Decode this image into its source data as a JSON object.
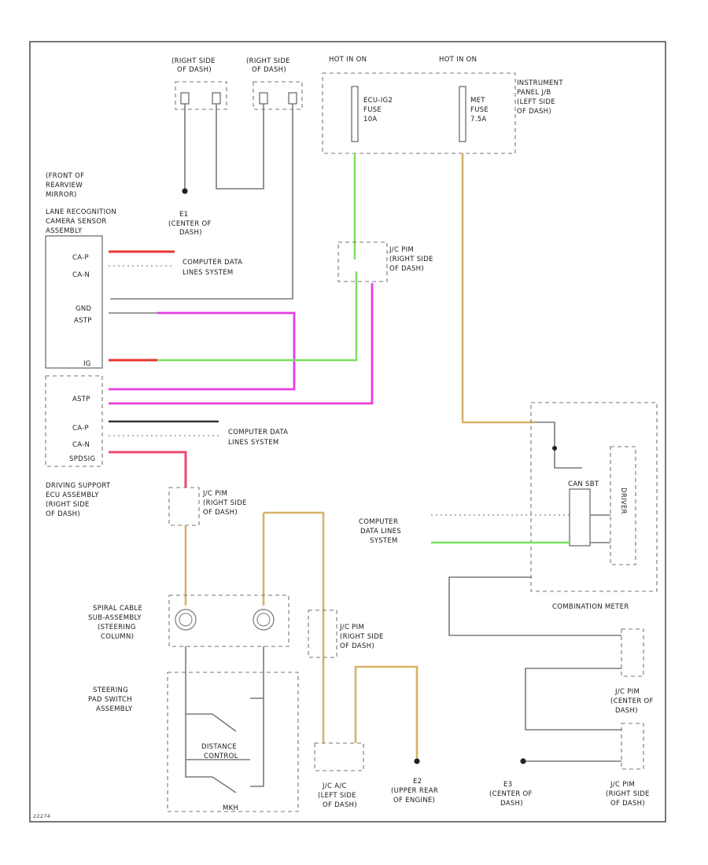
{
  "labels": {
    "dash_r1": "(RIGHT SIDE",
    "dash_r2": "OF DASH)",
    "hotin1": "HOT IN ON",
    "hotin2": "HOT IN ON",
    "fuse1_a": "ECU-IG2",
    "fuse1_b": "FUSE",
    "fuse1_c": "10A",
    "fuse2_a": "MET",
    "fuse2_b": "FUSE",
    "fuse2_c": "7.5A",
    "ipjb_1": "INSTRUMENT",
    "ipjb_2": "PANEL J/B",
    "ipjb_3": "(LEFT SIDE",
    "ipjb_4": "OF DASH)",
    "mirror_1": "(FRONT OF",
    "mirror_2": "REARVIEW",
    "mirror_3": "MIRROR)",
    "camera_1": "LANE RECOGNITION",
    "camera_2": "CAMERA SENSOR",
    "camera_3": "ASSEMBLY",
    "e1_a": "E1",
    "e1_b": "(CENTER OF",
    "e1_c": "DASH)",
    "jc_a": "J/C PIM",
    "jc_b": "(RIGHT SIDE",
    "jc_c": "OF DASH)",
    "cds_a": "COMPUTER DATA",
    "cds_b": "LINES SYSTEM",
    "cds2": "COMPUTER DATA",
    "cds2_b": "LINES SYSTEM",
    "cds3_a": "COMPUTER",
    "cds3_b": "DATA LINES",
    "cds3_c": "SYSTEM",
    "pin_canp": "CA-P",
    "pin_canm": "CA-N",
    "pin_gnd": "GND",
    "pin_astp": "ASTP",
    "pin_ig": "IG",
    "pin_cssp": "SPDSIG",
    "dss_1": "DRIVING SUPPORT",
    "dss_2": "ECU ASSEMBLY",
    "dss_3": "(RIGHT SIDE",
    "dss_4": "OF DASH)",
    "spiral_1": "SPIRAL CABLE",
    "spiral_2": "SUB-ASSEMBLY",
    "spiral_3": "(STEERING",
    "spiral_4": "COLUMN)",
    "pad_1": "STEERING",
    "pad_2": "PAD SWITCH",
    "pad_3": "ASSEMBLY",
    "distance_1": "DISTANCE",
    "distance_2": "CONTROL",
    "mkh": "MKH",
    "jc_a2_a": "J/C A/C",
    "jc_a2_b": "(LEFT SIDE",
    "jc_a2_c": "OF DASH)",
    "e2_a": "E2",
    "e2_b": "(UPPER REAR",
    "e2_c": "OF ENGINE)",
    "e3_a": "E3",
    "e3_b": "(CENTER OF",
    "e3_c": "DASH)",
    "jc_r_a": "J/C PIM",
    "jc_r_b": "(RIGHT SIDE",
    "jc_r_c": "OF DASH)",
    "jc_c_a": "J/C PIM",
    "jc_c_b": "(CENTER OF",
    "jc_c_c": "DASH)",
    "combo": "COMBINATION METER",
    "canbus": "CAN SBT",
    "driver": "DRIVER",
    "code": "22274"
  },
  "colors": {
    "red": "#e8342f",
    "green": "#78e05a",
    "pink": "#e83ce3",
    "tan": "#d8b268",
    "black": "#333333",
    "gray": "#7a7a7a"
  }
}
